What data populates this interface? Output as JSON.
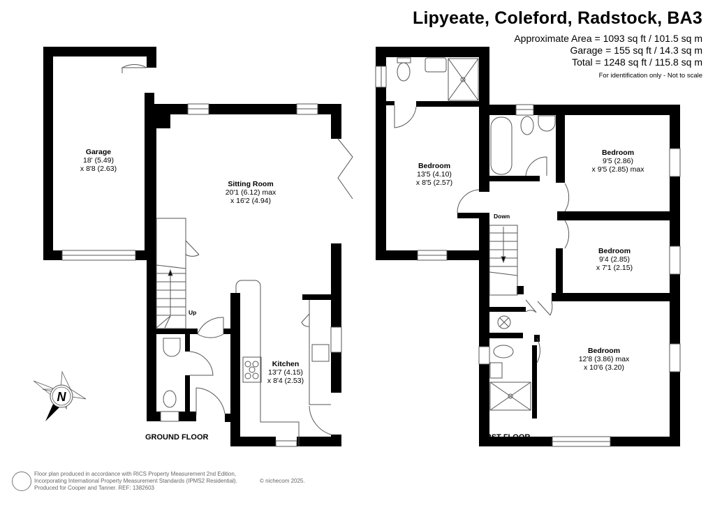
{
  "header": {
    "title": "Lipyeate, Coleford, Radstock, BA3",
    "areas": [
      "Approximate Area = 1093 sq ft / 101.5 sq m",
      "Garage = 155 sq ft / 14.3 sq m",
      "Total = 1248 sq ft / 115.8 sq m"
    ],
    "disclaimer": "For identification only - Not to scale"
  },
  "ground_floor": {
    "label": "GROUND FLOOR",
    "rooms": [
      {
        "name": "Garage",
        "dim1": "18' (5.49)",
        "dim2": "x 8'8 (2.63)"
      },
      {
        "name": "Sitting Room",
        "dim1": "20'1 (6.12) max",
        "dim2": "x 16'2 (4.94)"
      },
      {
        "name": "Kitchen",
        "dim1": "13'7 (4.15)",
        "dim2": "x 8'4 (2.53)"
      }
    ],
    "stairs_note": "Up"
  },
  "first_floor": {
    "label": "FIRST FLOOR",
    "rooms": [
      {
        "name": "Bedroom",
        "dim1": "13'5 (4.10)",
        "dim2": "x 8'5 (2.57)"
      },
      {
        "name": "Bedroom",
        "dim1": "9'5 (2.86)",
        "dim2": "x 9'5 (2.85) max"
      },
      {
        "name": "Bedroom",
        "dim1": "9'4 (2.85)",
        "dim2": "x 7'1 (2.15)"
      },
      {
        "name": "Bedroom",
        "dim1": "12'8 (3.86) max",
        "dim2": "x 10'6 (3.20)"
      }
    ],
    "stairs_note": "Down"
  },
  "compass": {
    "icon": "north-compass-icon",
    "letter": "N"
  },
  "footer": {
    "lines": [
      "Floor plan produced in accordance with RICS Property Measurement 2nd Edition,",
      "Incorporating International Property Measurement Standards (IPMS2 Residential).",
      "Produced for Cooper and Tanner.   REF:  1382603"
    ],
    "copyright": "© nichecom 2025."
  },
  "colors": {
    "wall": "#000000",
    "fixture": "#555555",
    "background": "#ffffff",
    "footer_text": "#666666"
  }
}
